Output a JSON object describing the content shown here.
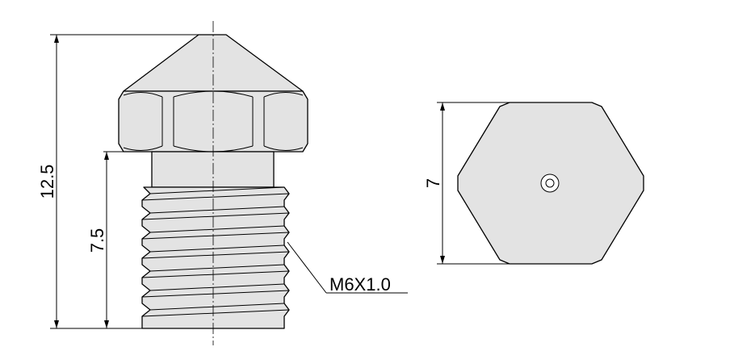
{
  "dimensions": {
    "overall_length": "12.5",
    "thread_length": "7.5",
    "hex_width": "7",
    "thread_callout": "M6X1.0"
  },
  "colors": {
    "line": "#000000",
    "body_fill": "#e3e3e3",
    "background": "#ffffff"
  }
}
